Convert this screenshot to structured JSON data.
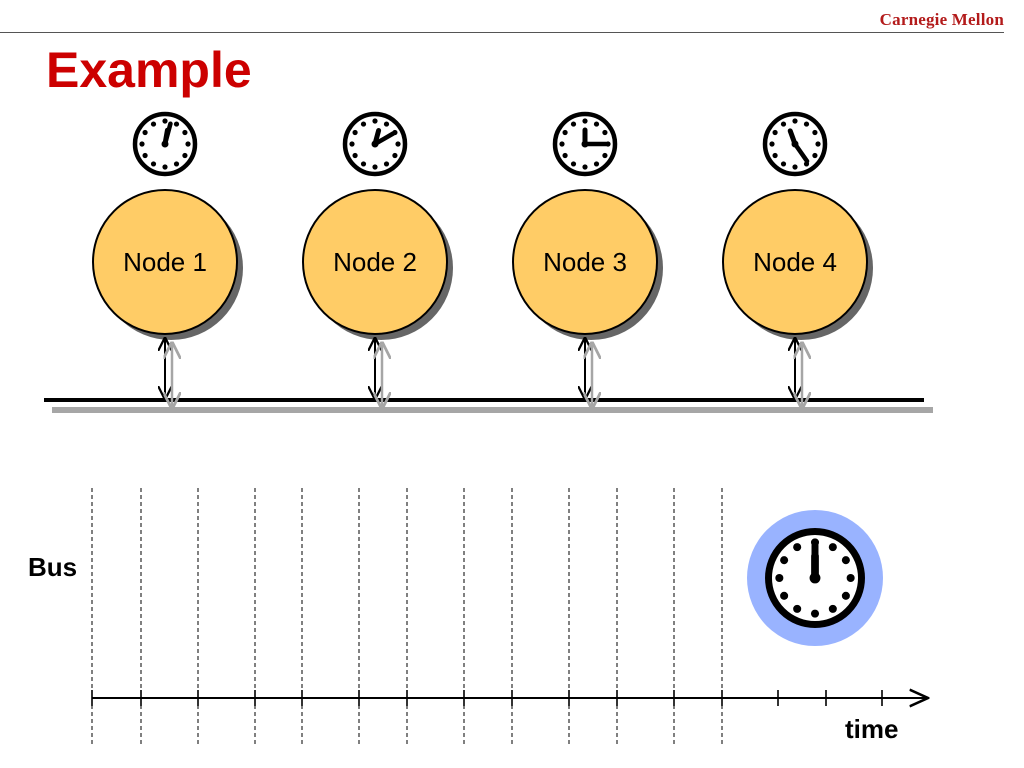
{
  "header": {
    "brand": "Carnegie Mellon",
    "title": "Example"
  },
  "colors": {
    "brand": "#b31b1b",
    "title": "#cc0000",
    "node_fill": "#ffcc66",
    "node_shadow": "#666666",
    "bus_line": "#000000",
    "bus_shadow": "#a6a6a6",
    "clock_highlight": "#99b3ff"
  },
  "nodes": [
    {
      "label": "Node 1",
      "clock_icon": "clock-icon"
    },
    {
      "label": "Node 2",
      "clock_icon": "clock-icon"
    },
    {
      "label": "Node 3",
      "clock_icon": "clock-icon"
    },
    {
      "label": "Node 4",
      "clock_icon": "clock-icon"
    }
  ],
  "timeline": {
    "row_label": "Bus",
    "axis_label": "time",
    "dashed_slot_boundaries": 13,
    "extra_ticks": 3,
    "highlight_icon": "clock-icon"
  }
}
